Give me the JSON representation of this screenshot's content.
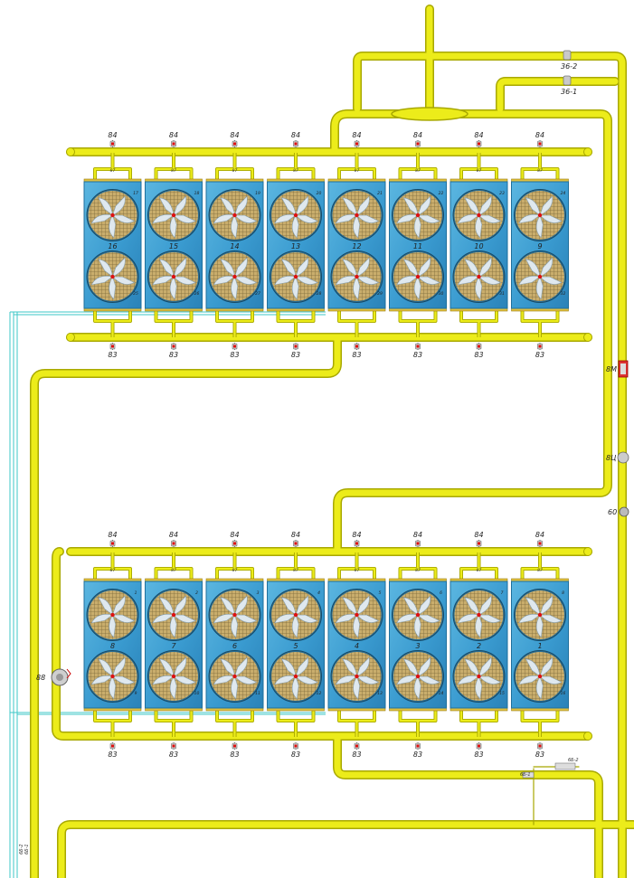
{
  "valves": {
    "supply": "84",
    "return": "83",
    "small_top": "87",
    "main_1": "36-1",
    "main_2": "36-2",
    "side_m": "8M",
    "side_c": "8Ц",
    "side_60": "60",
    "left": "88",
    "bottom_a": "6Б-2",
    "bottom_b": "6Б-1"
  },
  "bank_top": {
    "units": [
      {
        "num": "16",
        "fan_a": "17",
        "fan_b": "25"
      },
      {
        "num": "15",
        "fan_a": "18",
        "fan_b": "26"
      },
      {
        "num": "14",
        "fan_a": "19",
        "fan_b": "27"
      },
      {
        "num": "13",
        "fan_a": "20",
        "fan_b": "28"
      },
      {
        "num": "12",
        "fan_a": "21",
        "fan_b": "29"
      },
      {
        "num": "11",
        "fan_a": "22",
        "fan_b": "30"
      },
      {
        "num": "10",
        "fan_a": "23",
        "fan_b": "31"
      },
      {
        "num": "9",
        "fan_a": "24",
        "fan_b": "32"
      }
    ]
  },
  "bank_bottom": {
    "units": [
      {
        "num": "8",
        "fan_a": "1",
        "fan_b": "9"
      },
      {
        "num": "7",
        "fan_a": "2",
        "fan_b": "10"
      },
      {
        "num": "6",
        "fan_a": "3",
        "fan_b": "11"
      },
      {
        "num": "5",
        "fan_a": "4",
        "fan_b": "12"
      },
      {
        "num": "4",
        "fan_a": "5",
        "fan_b": "13"
      },
      {
        "num": "3",
        "fan_a": "6",
        "fan_b": "14"
      },
      {
        "num": "2",
        "fan_a": "7",
        "fan_b": "15"
      },
      {
        "num": "1",
        "fan_a": "8",
        "fan_b": "16"
      }
    ]
  },
  "colors": {
    "pipe": "#ecec1a",
    "pipe_edge": "#a8a800",
    "unit_body": "#3d9fd2",
    "unit_edge": "#1f6f9c",
    "grille": "#b79a5a",
    "blade": "#dfe8ee",
    "signal_line": "#3ec7c7"
  }
}
